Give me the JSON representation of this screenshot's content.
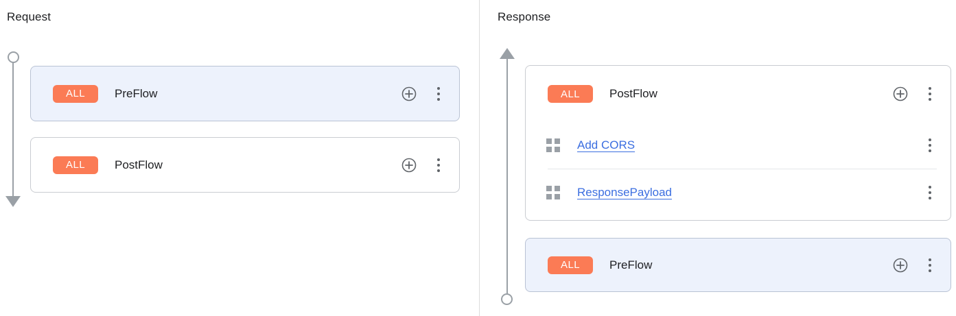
{
  "panels": {
    "request": {
      "title": "Request",
      "rail": {
        "start_icon": "circle-node",
        "end_icon": "arrow-down-icon"
      },
      "cards": [
        {
          "id": "request-preflow",
          "selected": true,
          "flow": {
            "badge": "ALL",
            "name": "PreFlow",
            "add_icon": "plus-circle-icon",
            "menu_icon": "more-vert-icon"
          },
          "policies": []
        },
        {
          "id": "request-postflow",
          "selected": false,
          "flow": {
            "badge": "ALL",
            "name": "PostFlow",
            "add_icon": "plus-circle-icon",
            "menu_icon": "more-vert-icon"
          },
          "policies": []
        }
      ]
    },
    "response": {
      "title": "Response",
      "rail": {
        "start_icon": "arrow-up-icon",
        "end_icon": "circle-node"
      },
      "cards": [
        {
          "id": "response-postflow",
          "selected": false,
          "flow": {
            "badge": "ALL",
            "name": "PostFlow",
            "add_icon": "plus-circle-icon",
            "menu_icon": "more-vert-icon"
          },
          "policies": [
            {
              "name": "Add CORS",
              "handle_icon": "grid-drag-handle-icon",
              "menu_icon": "more-vert-icon"
            },
            {
              "name": "ResponsePayload",
              "handle_icon": "grid-drag-handle-icon",
              "menu_icon": "more-vert-icon"
            }
          ]
        },
        {
          "id": "response-preflow",
          "selected": true,
          "flow": {
            "badge": "ALL",
            "name": "PreFlow",
            "add_icon": "plus-circle-icon",
            "menu_icon": "more-vert-icon"
          },
          "policies": []
        }
      ]
    }
  },
  "colors": {
    "badge_background": "#fb7b55",
    "badge_text": "#ffffff",
    "selected_card_background": "#edf2fc",
    "card_border": "#c9ccd1",
    "link": "#3b6ee0",
    "icon_gray": "#5f6368",
    "rail": "#9aa0a6",
    "divider": "#e4e6e9",
    "text": "#202124"
  }
}
